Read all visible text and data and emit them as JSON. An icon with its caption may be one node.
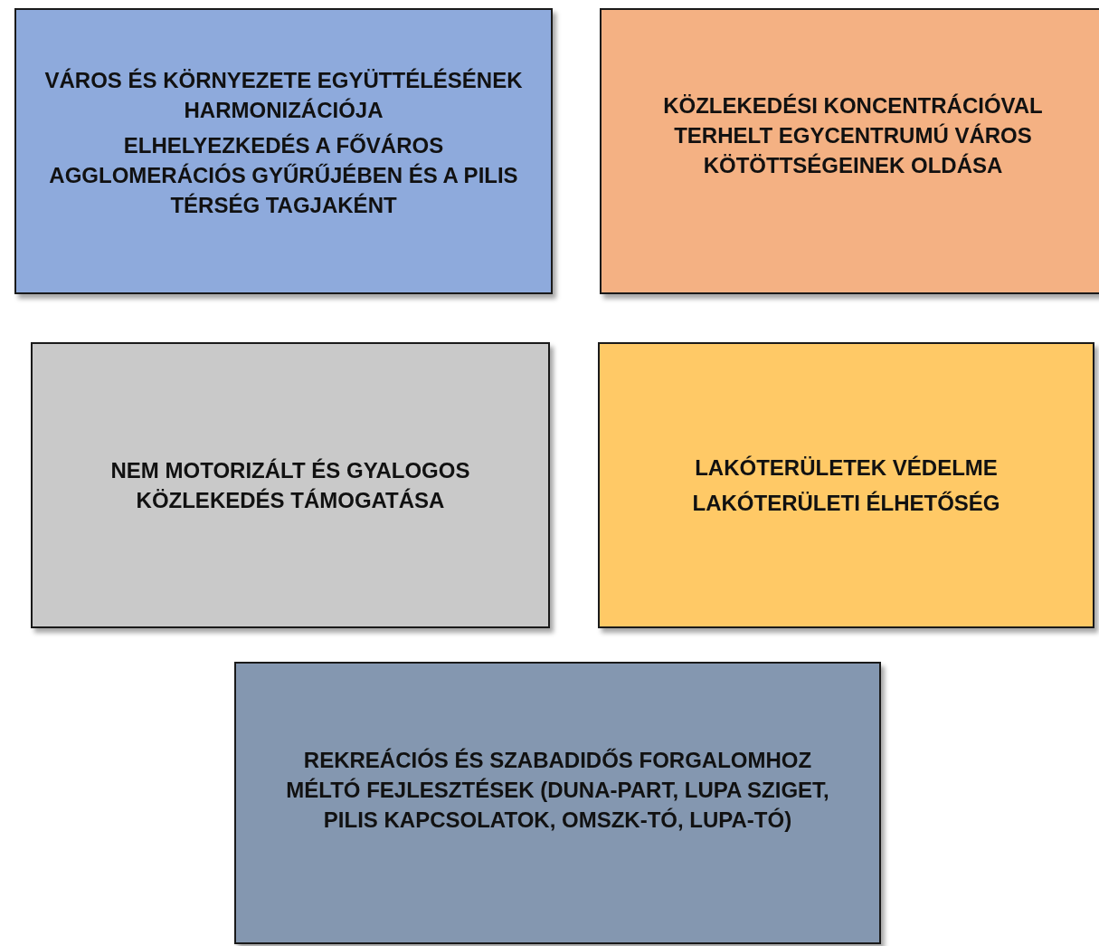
{
  "diagram": {
    "nodes": [
      {
        "text": [
          "VÁROS ÉS KÖRNYEZETE EGYÜTTÉLÉSÉNEK HARMONIZÁCIÓJA",
          "ELHELYEZKEDÉS A FŐVÁROS AGGLOMERÁCIÓS GYŰRŰJÉBEN ÉS A PILIS TÉRSÉG TAGJAKÉNT"
        ]
      },
      {
        "text": [
          "KÖZLEKEDÉSI KONCENTRÁCIÓVAL TERHELT EGYCENTRUMÚ VÁROS KÖTÖTTSÉGEINEK OLDÁSA"
        ]
      },
      {
        "text": [
          "NEM MOTORIZÁLT ÉS GYALOGOS KÖZLEKEDÉS TÁMOGATÁSA"
        ]
      },
      {
        "text": [
          "LAKÓTERÜLETEK VÉDELME",
          "LAKÓTERÜLETI ÉLHETŐSÉG"
        ]
      },
      {
        "text": [
          "REKREÁCIÓS ÉS SZABADIDŐS FORGALOMHOZ MÉLTÓ FEJLESZTÉSEK (DUNA-PART, LUPA SZIGET, PILIS KAPCSOLATOK, OMSZK-TÓ, LUPA-TÓ)"
        ]
      }
    ]
  }
}
